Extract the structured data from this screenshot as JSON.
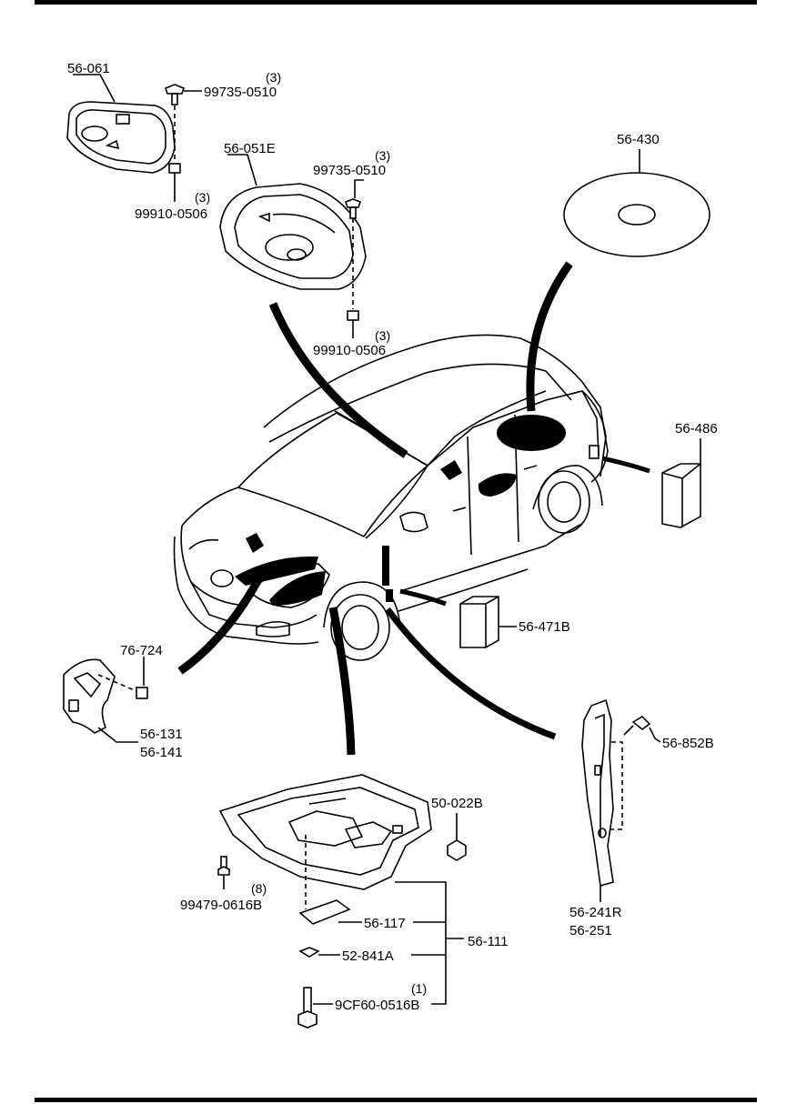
{
  "parts": {
    "p56_061": "56-061",
    "p99735_a": "99735-0510",
    "p99735_a_qty": "(3)",
    "p99910_a": "99910-0506",
    "p99910_a_qty": "(3)",
    "p56_051e": "56-051E",
    "p99735_b": "99735-0510",
    "p99735_b_qty": "(3)",
    "p99910_b": "99910-0506",
    "p99910_b_qty": "(3)",
    "p56_430": "56-430",
    "p56_486": "56-486",
    "p56_471b": "56-471B",
    "p76_724": "76-724",
    "p56_131": "56-131",
    "p56_141": "56-141",
    "p56_852b": "56-852B",
    "p56_241r": "56-241R",
    "p56_251": "56-251",
    "p50_022b": "50-022B",
    "p99479": "99479-0616B",
    "p99479_qty": "(8)",
    "p56_117": "56-117",
    "p56_111": "56-111",
    "p52_841a": "52-841A",
    "p9cf60": "9CF60-0516B",
    "p9cf60_qty": "(1)"
  }
}
